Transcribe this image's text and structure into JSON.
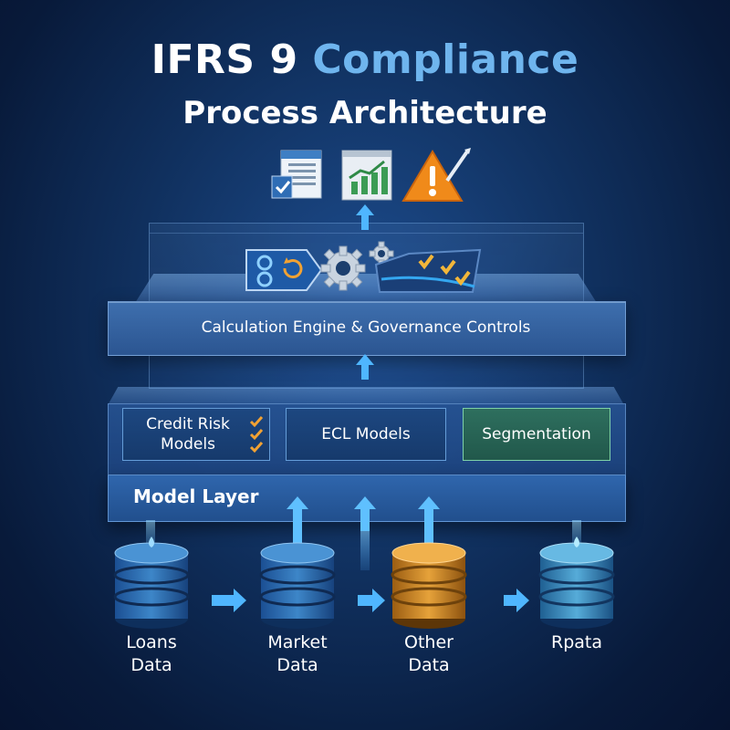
{
  "title": {
    "part1": "IFRS 9",
    "part2": "Compliance",
    "subtitle": "Process Architecture"
  },
  "layers": {
    "calculation": "Calculation Engine & Governance Controls",
    "model_layer": "Model Layer"
  },
  "models": [
    {
      "line1": "Credit Risk",
      "line2": "Models"
    },
    {
      "label": "ECL Models"
    },
    {
      "label": "Segmentation"
    }
  ],
  "data_sources": [
    {
      "line1": "Loans",
      "line2": "Data",
      "color": "#3d86c8"
    },
    {
      "line1": "Market",
      "line2": "Data",
      "color": "#3d86c8"
    },
    {
      "line1": "Other",
      "line2": "Data",
      "color": "#d8922b"
    },
    {
      "line1": "Rpata",
      "line2": "",
      "color": "#4a9fd4"
    }
  ],
  "icons": {
    "top": [
      "report-document-icon",
      "chart-report-icon",
      "warning-icon"
    ],
    "engine": [
      "decision-tag-icon",
      "gear-icon",
      "validation-check-icon"
    ]
  },
  "colors": {
    "accent": "#6fb5ee",
    "arrow": "#5fc0ff",
    "segmentation": "#2e6f5e",
    "other_data": "#d8922b"
  }
}
